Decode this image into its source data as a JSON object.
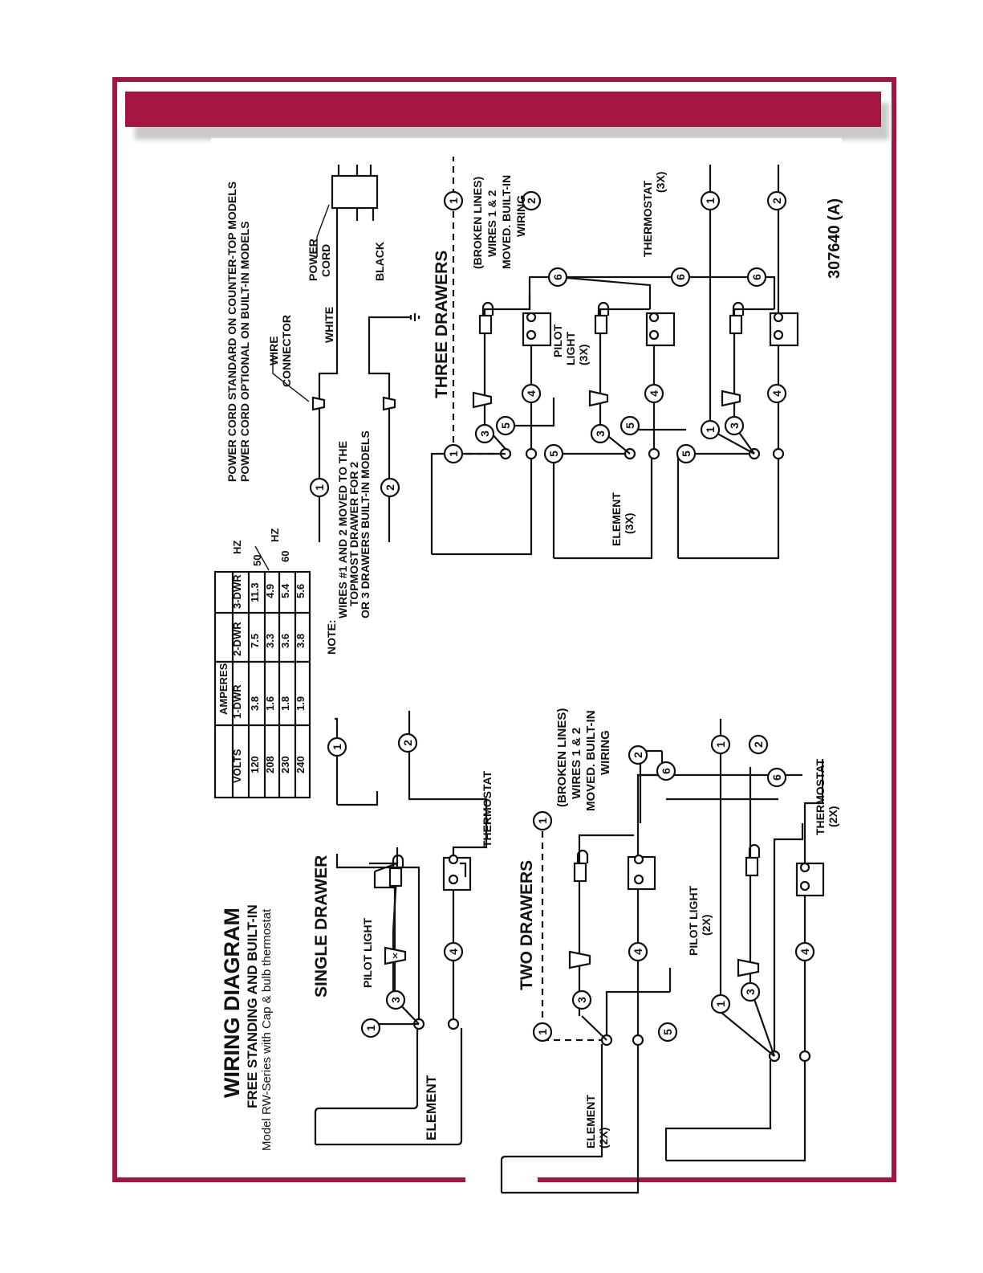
{
  "diagram": {
    "title": "WIRING DIAGRAM",
    "subtitle": "FREE STANDING AND BUILT-IN",
    "model": "Model RW-Series with Cap & bulb thermostat",
    "part_number": "307640 (A)",
    "sections": {
      "single": "SINGLE DRAWER",
      "two": "TWO DRAWERS",
      "three": "THREE DRAWERS"
    },
    "labels": {
      "element": "ELEMENT",
      "element_2x_a": "ELEMENT",
      "element_2x_b": "(2X)",
      "element_3x_a": "ELEMENT",
      "element_3x_b": "(3X)",
      "pilot_light": "PILOT LIGHT",
      "pilot_light_2x_a": "PILOT LIGHT",
      "pilot_light_2x_b": "(2X)",
      "pilot_light_3x_a": "PILOT",
      "pilot_light_3x_b": "LIGHT",
      "pilot_light_3x_c": "(3X)",
      "thermostat": "THERMOSTAT",
      "thermostat_2x_a": "THERMOSTAT",
      "thermostat_2x_b": "(2X)",
      "thermostat_3x_a": "THERMOSTAT",
      "thermostat_3x_b": "(3X)",
      "wire_connector_a": "WIRE",
      "wire_connector_b": "CONNECTOR",
      "power_cord_a": "POWER",
      "power_cord_b": "CORD",
      "white": "WHITE",
      "black": "BLACK",
      "power_cord_note_1": "POWER CORD STANDARD ON COUNTER-TOP MODELS",
      "power_cord_note_2": "POWER CORD OPTIONAL ON BUILT-IN MODELS",
      "broken_lines_1": "(BROKEN LINES)",
      "broken_lines_2": "WIRES 1 & 2",
      "broken_lines_3": "MOVED. BUILT-IN",
      "broken_lines_4": "WIRING",
      "note_1": "NOTE:",
      "note_2": "WIRES #1 AND 2 MOVED TO THE",
      "note_3": "TOPMOST DRAWER FOR 2",
      "note_4": "OR 3 DRAWERS BUILT-IN MODELS",
      "hz": "HZ",
      "hz_50": "50",
      "hz_60": "60",
      "hz_label": "HZ"
    },
    "amperes_table": {
      "group_header": "AMPERES",
      "columns": [
        "VOLTS",
        "1-DWR",
        "2-DWR",
        "3-DWR"
      ],
      "rows": [
        [
          "120",
          "3.8",
          "7.5",
          "11.3"
        ],
        [
          "208",
          "1.6",
          "3.3",
          "4.9"
        ],
        [
          "230",
          "1.8",
          "3.6",
          "5.4"
        ],
        [
          "240",
          "1.9",
          "3.8",
          "5.6"
        ]
      ]
    }
  }
}
